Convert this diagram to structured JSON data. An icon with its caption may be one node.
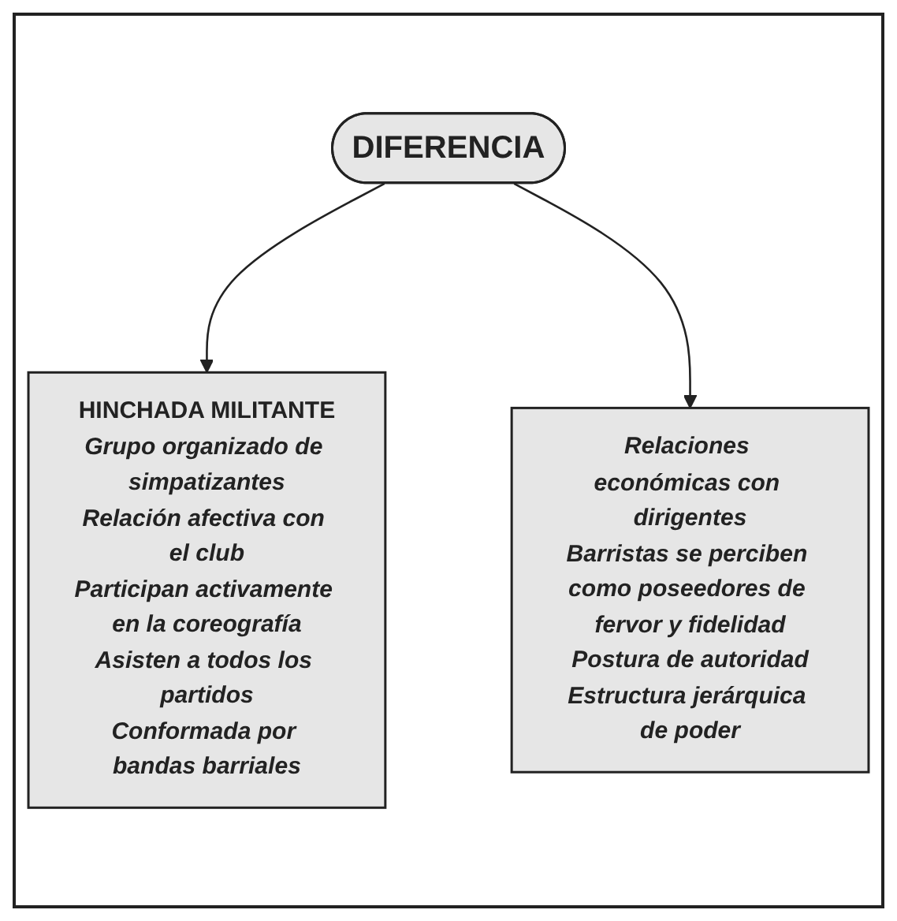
{
  "diagram": {
    "nodes": [
      {
        "text": [
          "DIFERENCIA"
        ]
      },
      {
        "text": [
          "HINCHADA MILITANTE",
          "Grupo organizado de simpatizantes",
          "Relación afectiva con el club",
          "Participan activamente en la coreografía",
          "Asisten a todos los partidos",
          "Conformada por bandas barriales"
        ]
      },
      {
        "text": [
          "Relaciones económicas con dirigentes",
          "Barristas se perciben como poseedores de fervor y fidelidad",
          "Postura de autoridad",
          "Estructura jerárquica de poder"
        ]
      }
    ],
    "edges": [
      {
        "from": 0,
        "to": 1,
        "arrow": "to"
      },
      {
        "from": 0,
        "to": 2,
        "arrow": "to"
      }
    ]
  }
}
